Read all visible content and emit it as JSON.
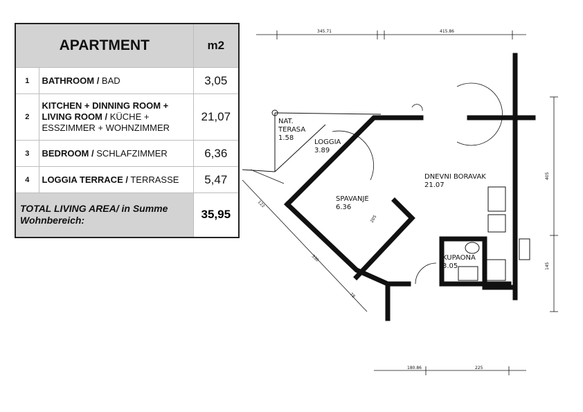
{
  "table": {
    "header": {
      "title": "APARTMENT",
      "unit": "m2"
    },
    "rows": [
      {
        "no": "1",
        "name_bold": "BATHROOM /",
        "name_rest": " BAD",
        "area": "3,05"
      },
      {
        "no": "2",
        "name_bold": "KITCHEN + DINNING ROOM + LIVING ROOM /",
        "name_rest": " KÜCHE + ESSZIMMER + WOHNZIMMER",
        "area": "21,07"
      },
      {
        "no": "3",
        "name_bold": "BEDROOM /",
        "name_rest": " SCHLAFZIMMER",
        "area": "6,36"
      },
      {
        "no": "4",
        "name_bold": "LOGGIA TERRACE /",
        "name_rest": " TERRASSE",
        "area": "5,47"
      }
    ],
    "total": {
      "label": "TOTAL LIVING AREA/ in Summe Wohnbereich:",
      "area": "35,95"
    }
  },
  "plan": {
    "rooms": [
      {
        "name": "NAT.",
        "name2": "TERASA",
        "area": "1.58"
      },
      {
        "name": "LOGGIA",
        "area": "3.89"
      },
      {
        "name": "DNEVNI BORAVAK",
        "area": "21.07"
      },
      {
        "name": "SPAVANJE",
        "area": "6.36"
      },
      {
        "name": "KUPAONA",
        "area": "3.05"
      }
    ],
    "dimensions": {
      "top_left": "345.71",
      "top_right": "415.86",
      "right_upper": "405",
      "right_lower": "145",
      "bottom_left": "180.86",
      "bottom_right": "225",
      "diag_1": "122",
      "diag_2": "330",
      "diag_3": "78",
      "bedroom_inner": "205"
    }
  }
}
